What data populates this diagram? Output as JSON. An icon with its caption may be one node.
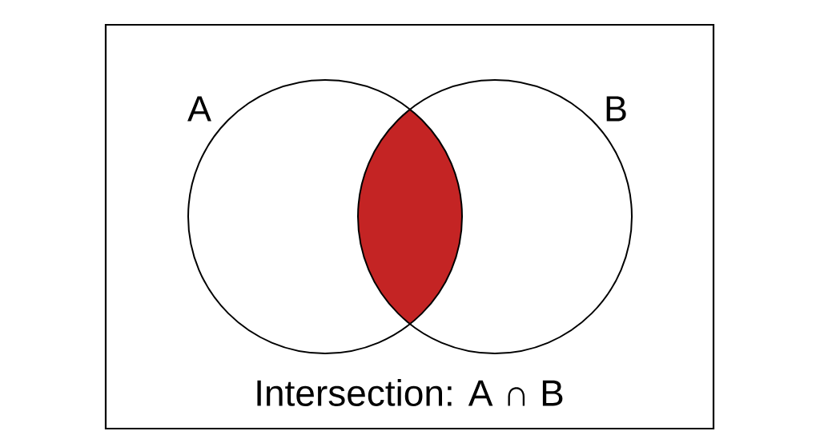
{
  "diagram": {
    "caption": "Intersection: A ∩ B",
    "nodes": [
      {
        "text": [
          "A"
        ]
      },
      {
        "text": [
          "B"
        ]
      },
      {
        "text": [],
        "shape": "lens"
      }
    ]
  }
}
